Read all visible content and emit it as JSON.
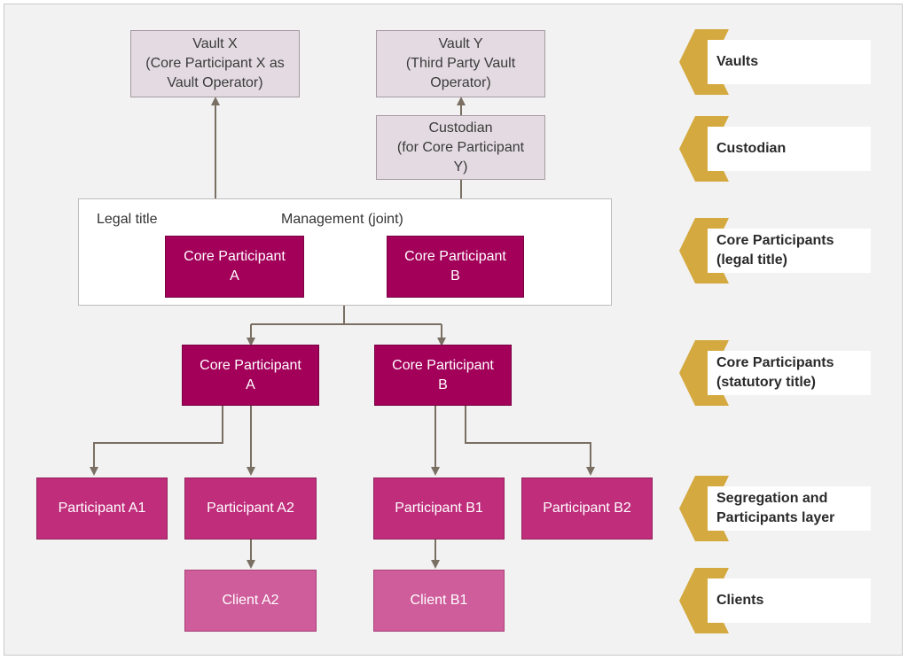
{
  "vaults": {
    "vault_x": "Vault X\n(Core Participant X as\nVault Operator)",
    "vault_y": "Vault Y\n(Third Party Vault\nOperator)"
  },
  "custodian": "Custodian\n(for Core Participant\nY)",
  "legal_title_panel": {
    "legal_title_label": "Legal title",
    "management_label": "Management (joint)",
    "core_a": "Core Participant\nA",
    "core_b": "Core Participant\nB"
  },
  "statutory": {
    "core_a": "Core Participant\nA",
    "core_b": "Core Participant\nB"
  },
  "participants": {
    "a1": "Participant A1",
    "a2": "Participant A2",
    "b1": "Participant B1",
    "b2": "Participant B2"
  },
  "clients": {
    "a2": "Client A2",
    "b1": "Client B1"
  },
  "layers": [
    "Vaults",
    "Custodian",
    "Core Participants\n(legal title)",
    "Core Participants\n(statutory title)",
    "Segregation and\nParticipants layer",
    "Clients"
  ],
  "colors": {
    "background": "#f2f2f2",
    "grey_box": "#e3dbe1",
    "core_dark": "#a3005a",
    "participant_mid": "#bf2d7b",
    "client_light": "#cf5c9b",
    "chevron_gold": "#d4a93f",
    "arrow": "#7a6f63"
  }
}
